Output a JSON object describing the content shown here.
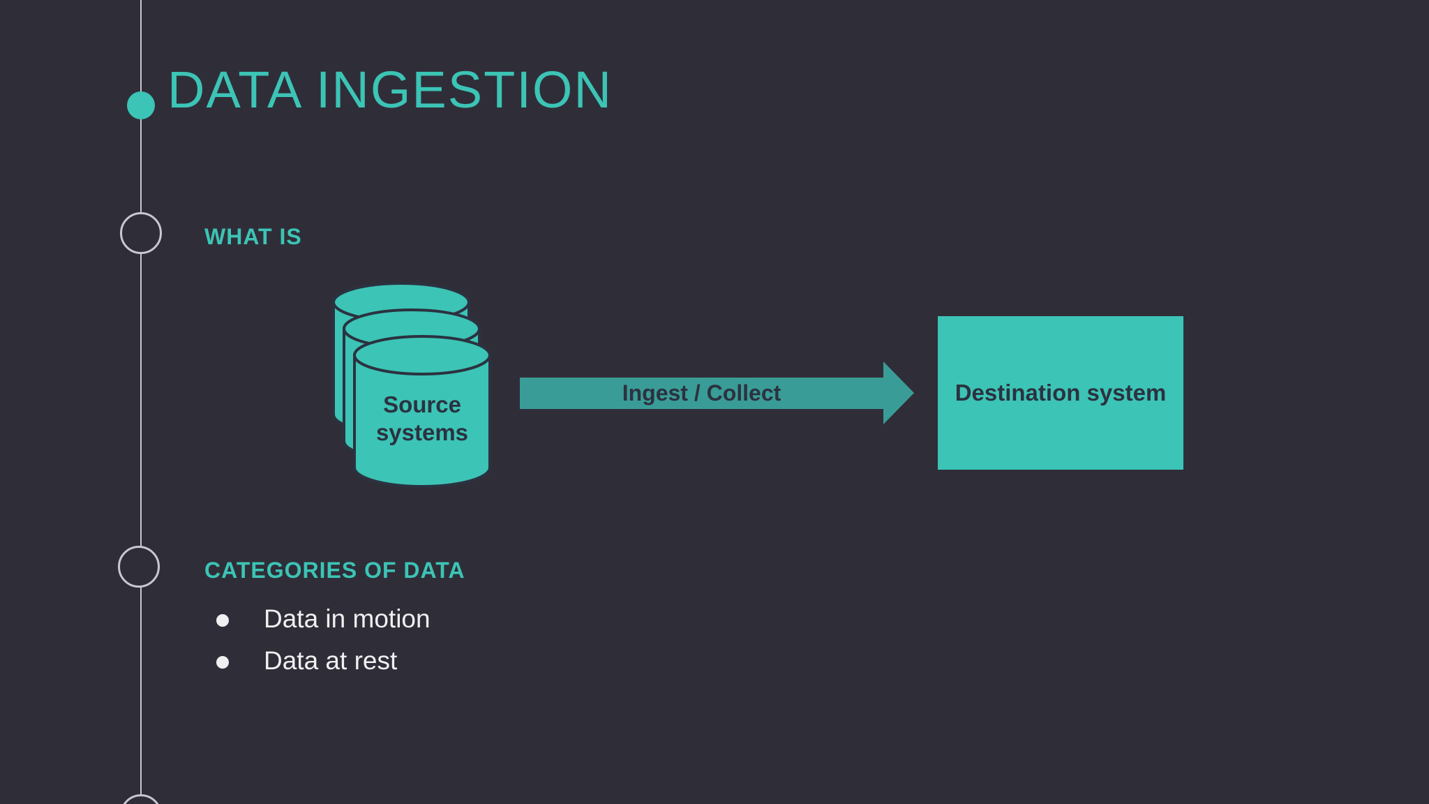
{
  "title": "DATA INGESTION",
  "colors": {
    "background": "#2F2E38",
    "accent": "#3CC4B6",
    "arrow": "#3A9C97",
    "dark": "#2B3240",
    "light": "#F0F0F2",
    "timeline": "#C8C8D2"
  },
  "sections": {
    "what_is": {
      "heading": "WHAT IS"
    },
    "categories": {
      "heading": "CATEGORIES OF DATA",
      "bullets": [
        "Data in motion",
        "Data at rest"
      ]
    }
  },
  "diagram": {
    "source_label": "Source systems",
    "arrow_label": "Ingest / Collect",
    "destination_label": "Destination system",
    "icons": {
      "source": "database-stack-icon",
      "flow": "arrow-right-icon"
    }
  }
}
